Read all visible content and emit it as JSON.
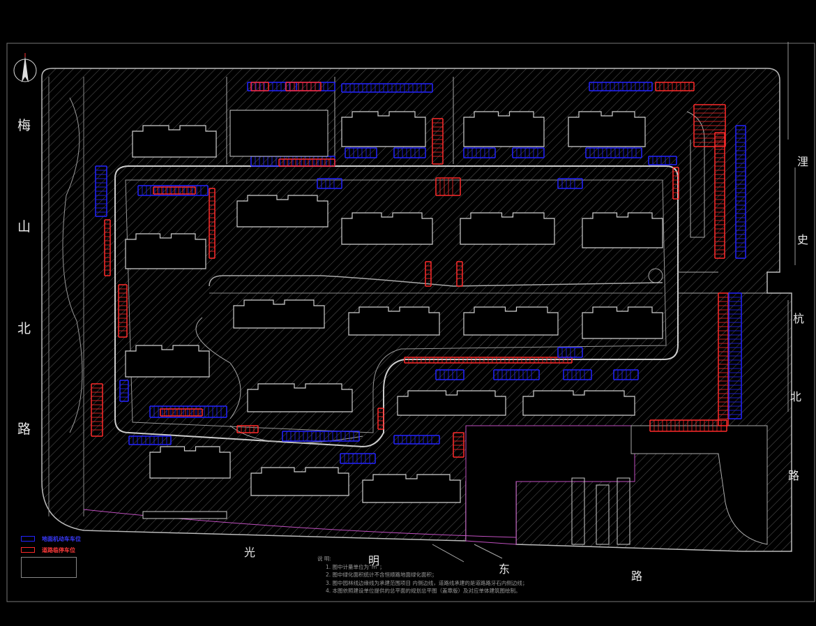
{
  "drawing": {
    "roads": {
      "west": [
        "梅",
        "山",
        "北",
        "路"
      ],
      "east": [
        "浬",
        "史",
        "杭",
        "北",
        "路"
      ],
      "south": [
        "光",
        "明",
        "东",
        "路"
      ]
    },
    "legend": [
      {
        "label": "地面机动车车位",
        "color": "#2323ff"
      },
      {
        "label": "道路临停车位",
        "color": "#ff2a2a"
      }
    ],
    "notes": {
      "title": "说 明:",
      "items": [
        "1. 图中计量单位为“m”；",
        "2. 图中绿化面积统计不含恒顺路地面绿化面积；",
        "3. 图中园林线边缘线为承建范围项目 内侧边线，道路线承建的是道路路牙石内侧边线；",
        "4. 本图依照建设单位提供的总平面的规划总平图（盖章版）及对应单体建筑图绘制。"
      ]
    },
    "colors": {
      "background": "#000000",
      "line": "#bfbfbf",
      "blue_parking": "#2323ff",
      "red_parking": "#ff2a2a",
      "boundary": "#c050c0"
    }
  }
}
